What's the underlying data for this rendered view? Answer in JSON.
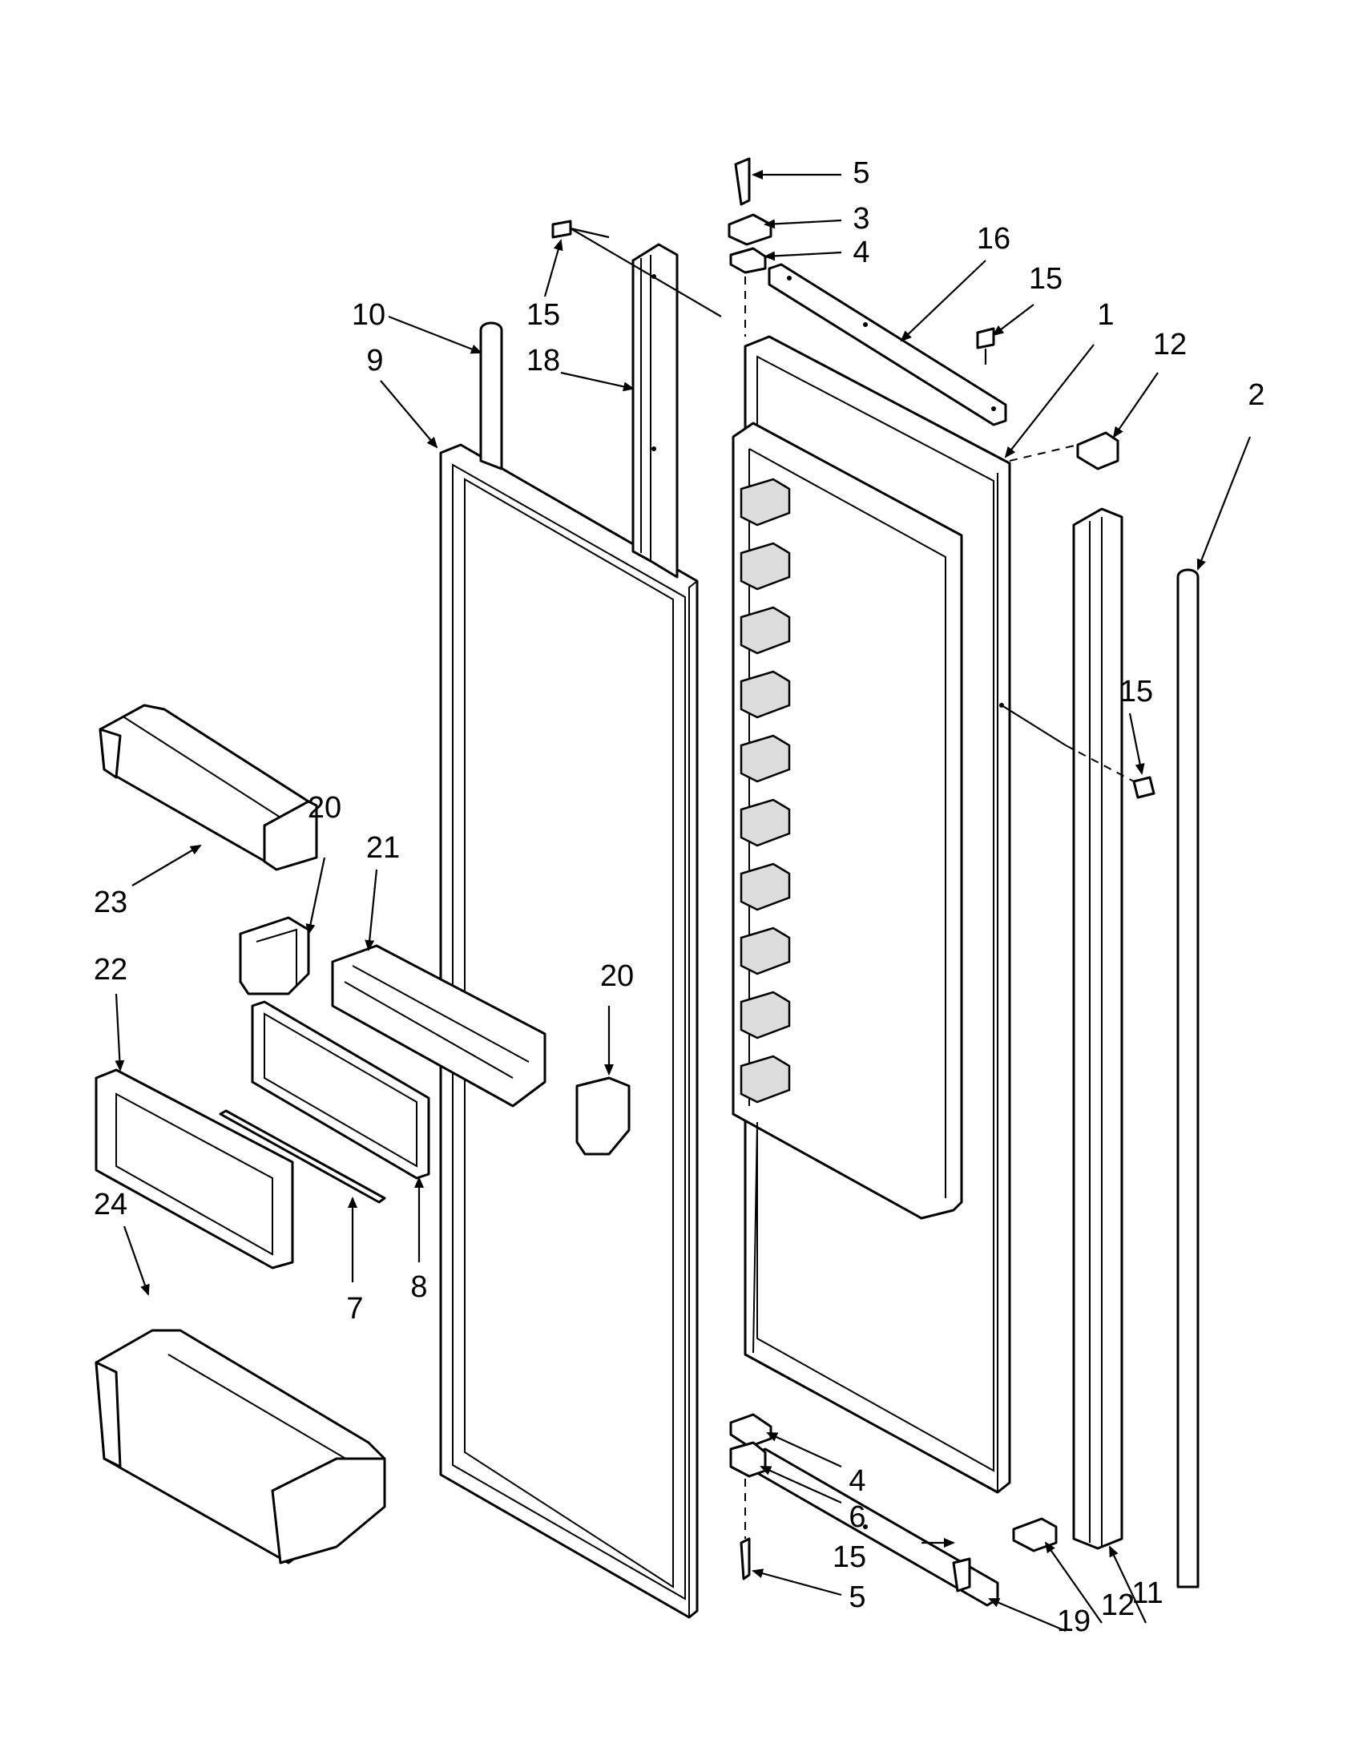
{
  "diagram": {
    "callouts": [
      {
        "id": "c5a",
        "label": "5"
      },
      {
        "id": "c3",
        "label": "3"
      },
      {
        "id": "c4a",
        "label": "4"
      },
      {
        "id": "c16",
        "label": "16"
      },
      {
        "id": "c15a",
        "label": "15"
      },
      {
        "id": "c15b",
        "label": "15"
      },
      {
        "id": "c1",
        "label": "1"
      },
      {
        "id": "c12a",
        "label": "12"
      },
      {
        "id": "c2",
        "label": "2"
      },
      {
        "id": "c10",
        "label": "10"
      },
      {
        "id": "c9",
        "label": "9"
      },
      {
        "id": "c18",
        "label": "18"
      },
      {
        "id": "c15c",
        "label": "15"
      },
      {
        "id": "c20a",
        "label": "20"
      },
      {
        "id": "c21",
        "label": "21"
      },
      {
        "id": "c23",
        "label": "23"
      },
      {
        "id": "c22",
        "label": "22"
      },
      {
        "id": "c20b",
        "label": "20"
      },
      {
        "id": "c24",
        "label": "24"
      },
      {
        "id": "c7",
        "label": "7"
      },
      {
        "id": "c8",
        "label": "8"
      },
      {
        "id": "c4b",
        "label": "4"
      },
      {
        "id": "c6",
        "label": "6"
      },
      {
        "id": "c15d",
        "label": "15"
      },
      {
        "id": "c5b",
        "label": "5"
      },
      {
        "id": "c19",
        "label": "19"
      },
      {
        "id": "c12b",
        "label": "12"
      },
      {
        "id": "c11",
        "label": "11"
      }
    ]
  }
}
